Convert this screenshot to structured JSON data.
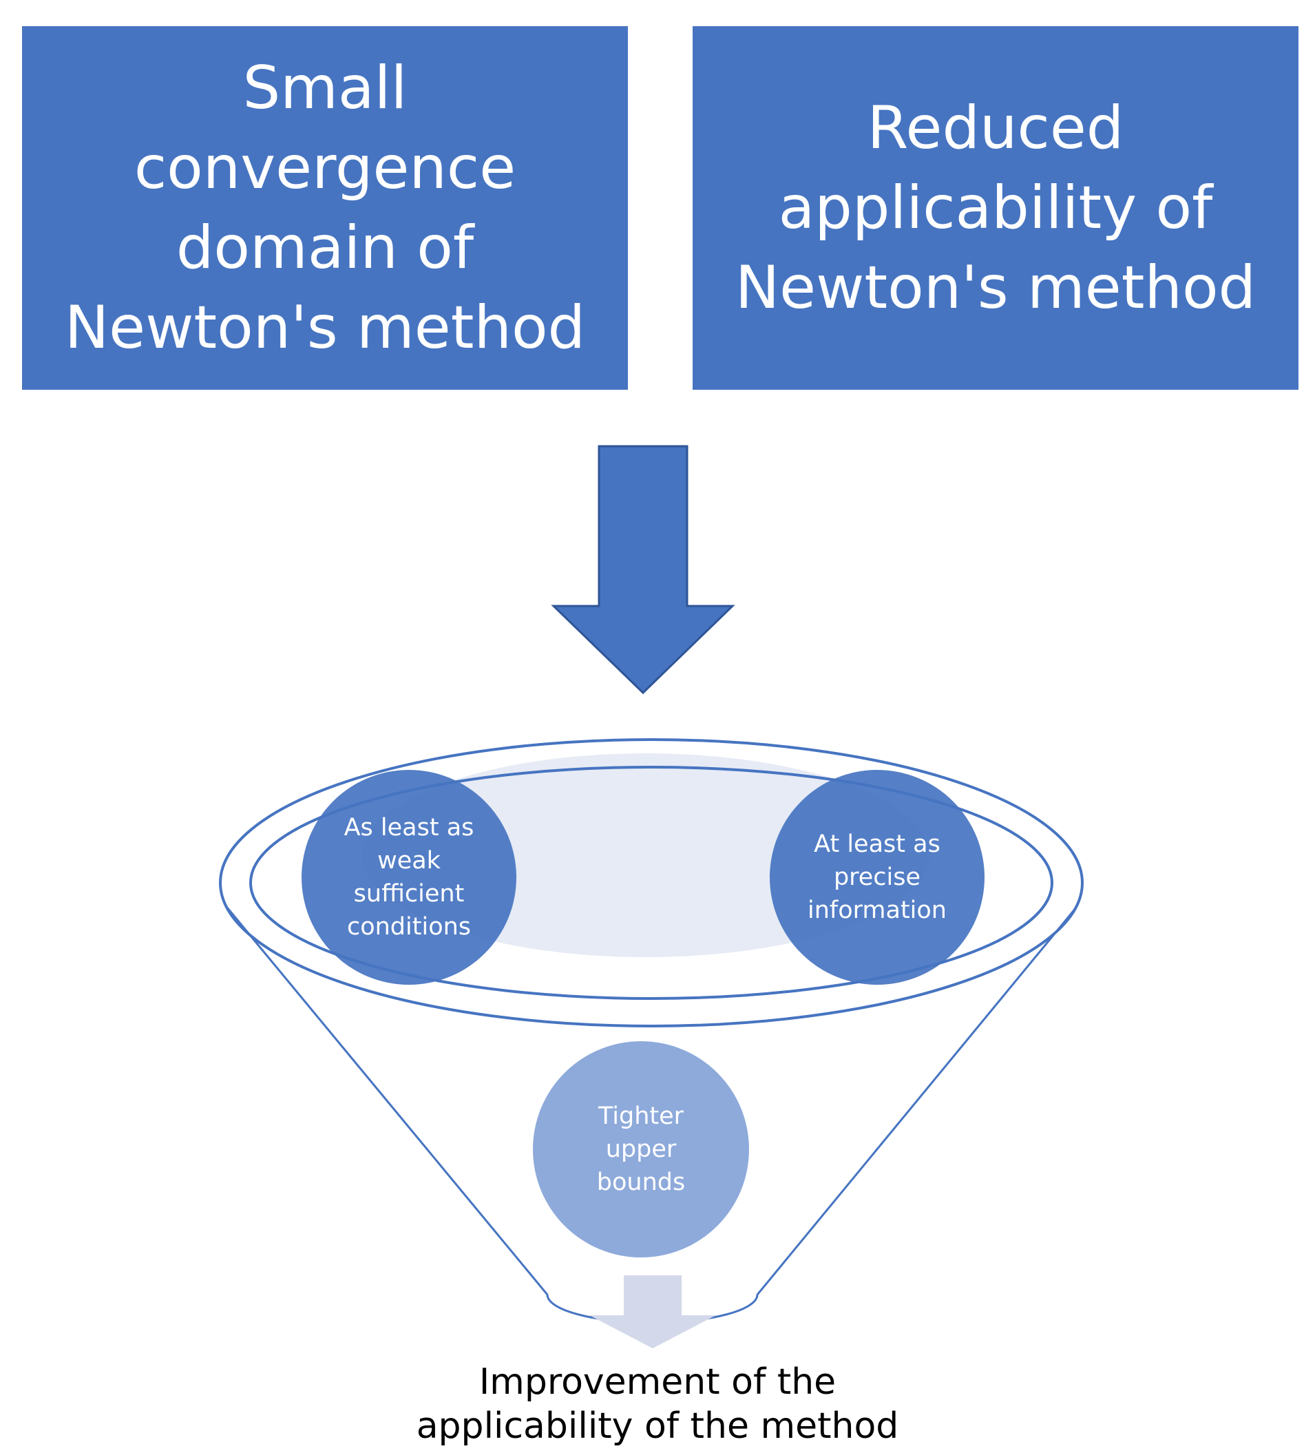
{
  "boxes": {
    "left": "Small convergence\ndomain of\nNewton's method",
    "right": "Reduced\napplicability of\nNewton's method"
  },
  "funnel": {
    "left_circle": "As least as\nweak\nsufficient\nconditions",
    "right_circle": "At least as\nprecise\ninformation",
    "bottom_circle": "Tighter\nupper\nbounds"
  },
  "outcome": "Improvement of the\napplicability of the method",
  "colors": {
    "box_fill": "#4674c1",
    "circle_dark": "#4674c1",
    "circle_light": "#8eaadb",
    "funnel_stroke": "#4674c1",
    "funnel_inner": "#e6ebf5",
    "output_arrow": "#d3d9ea"
  }
}
